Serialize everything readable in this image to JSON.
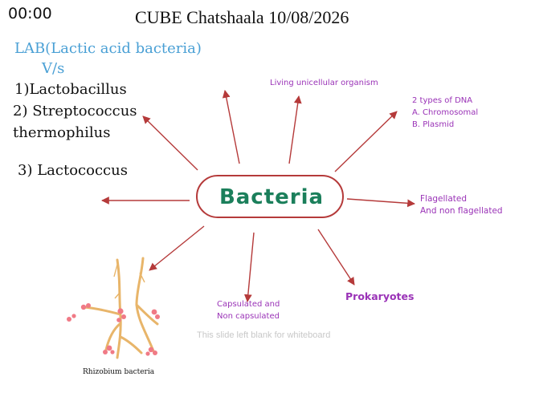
{
  "header": {
    "timer": "00:00",
    "title": "CUBE Chatshaala 10/08/2026"
  },
  "left_notes": {
    "lab": "LAB(Lactic acid bacteria)",
    "vs": "V/s",
    "item1": "1)Lactobacillus",
    "item2": "2) Streptococcus",
    "item2b": "thermophilus",
    "item3": "3) Lactococcus"
  },
  "mindmap": {
    "center": "Bacteria",
    "branches": {
      "living": "Living unicellular organism",
      "dna_title": "2 types of DNA",
      "dna_a": "A. Chromosomal",
      "dna_b": "B. Plasmid",
      "flag_1": "Flagellated",
      "flag_2": "And non flagellated",
      "prokaryotes": "Prokaryotes",
      "caps_1": "Capsulated and",
      "caps_2": "Non capsulated"
    }
  },
  "watermark": "This slide left blank for whiteboard",
  "illustration": {
    "caption": "Rhizobium bacteria"
  },
  "colors": {
    "arrow": "#b53a3a",
    "center_text": "#1b7f5b",
    "branch_text": "#9a33b7",
    "lab_text": "#4aa0d5",
    "root": "#e8b56a",
    "nodule": "#f07a86"
  }
}
